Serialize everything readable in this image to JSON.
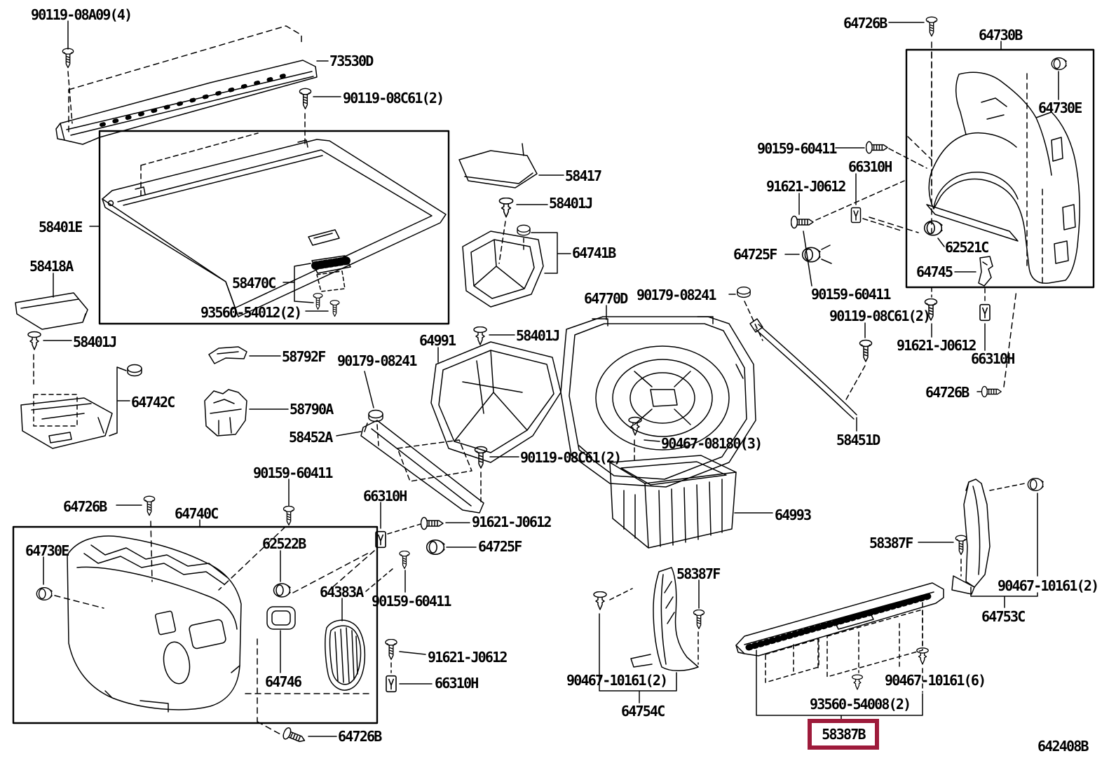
{
  "doc": {
    "type": "exploded-parts-diagram",
    "subject": "rear deck / luggage compartment trim",
    "figure_code": "642408B",
    "highlight": {
      "part": "58387B",
      "box_color": "#9e1b3b"
    },
    "line_color": "#000000",
    "background": "#ffffff"
  },
  "labels": [
    {
      "text": "90119-08A09(4)"
    },
    {
      "text": "73530D"
    },
    {
      "text": "90119-08C61(2)"
    },
    {
      "text": "58417"
    },
    {
      "text": "58401J"
    },
    {
      "text": "64741B"
    },
    {
      "text": "58401E"
    },
    {
      "text": "58418A"
    },
    {
      "text": "58470C"
    },
    {
      "text": "93560-54012(2)"
    },
    {
      "text": "58401J"
    },
    {
      "text": "58792F"
    },
    {
      "text": "90179-08241"
    },
    {
      "text": "64742C"
    },
    {
      "text": "58790A"
    },
    {
      "text": "64991"
    },
    {
      "text": "58401J"
    },
    {
      "text": "64770D"
    },
    {
      "text": "90179-08241"
    },
    {
      "text": "58452A"
    },
    {
      "text": "90119-08C61(2)"
    },
    {
      "text": "90467-08180(3)"
    },
    {
      "text": "64726B"
    },
    {
      "text": "64730B"
    },
    {
      "text": "64730E"
    },
    {
      "text": "90159-60411"
    },
    {
      "text": "66310H"
    },
    {
      "text": "91621-J0612"
    },
    {
      "text": "64725F"
    },
    {
      "text": "62521C"
    },
    {
      "text": "64745"
    },
    {
      "text": "90159-60411"
    },
    {
      "text": "90119-08C61(2)"
    },
    {
      "text": "91621-J0612"
    },
    {
      "text": "66310H"
    },
    {
      "text": "64726B"
    },
    {
      "text": "58451D"
    },
    {
      "text": "64993"
    },
    {
      "text": "90159-60411"
    },
    {
      "text": "66310H"
    },
    {
      "text": "91621-J0612"
    },
    {
      "text": "62522B"
    },
    {
      "text": "64725F"
    },
    {
      "text": "64383A"
    },
    {
      "text": "90159-60411"
    },
    {
      "text": "64726B"
    },
    {
      "text": "64740C"
    },
    {
      "text": "64730E"
    },
    {
      "text": "64746"
    },
    {
      "text": "91621-J0612"
    },
    {
      "text": "66310H"
    },
    {
      "text": "64726B"
    },
    {
      "text": "58387F"
    },
    {
      "text": "90467-10161(2)"
    },
    {
      "text": "64754C"
    },
    {
      "text": "58387F"
    },
    {
      "text": "90467-10161(2)"
    },
    {
      "text": "64753C"
    },
    {
      "text": "93560-54008(2)"
    },
    {
      "text": "90467-10161(6)"
    },
    {
      "text": "58387B"
    },
    {
      "text": "642408B"
    }
  ]
}
